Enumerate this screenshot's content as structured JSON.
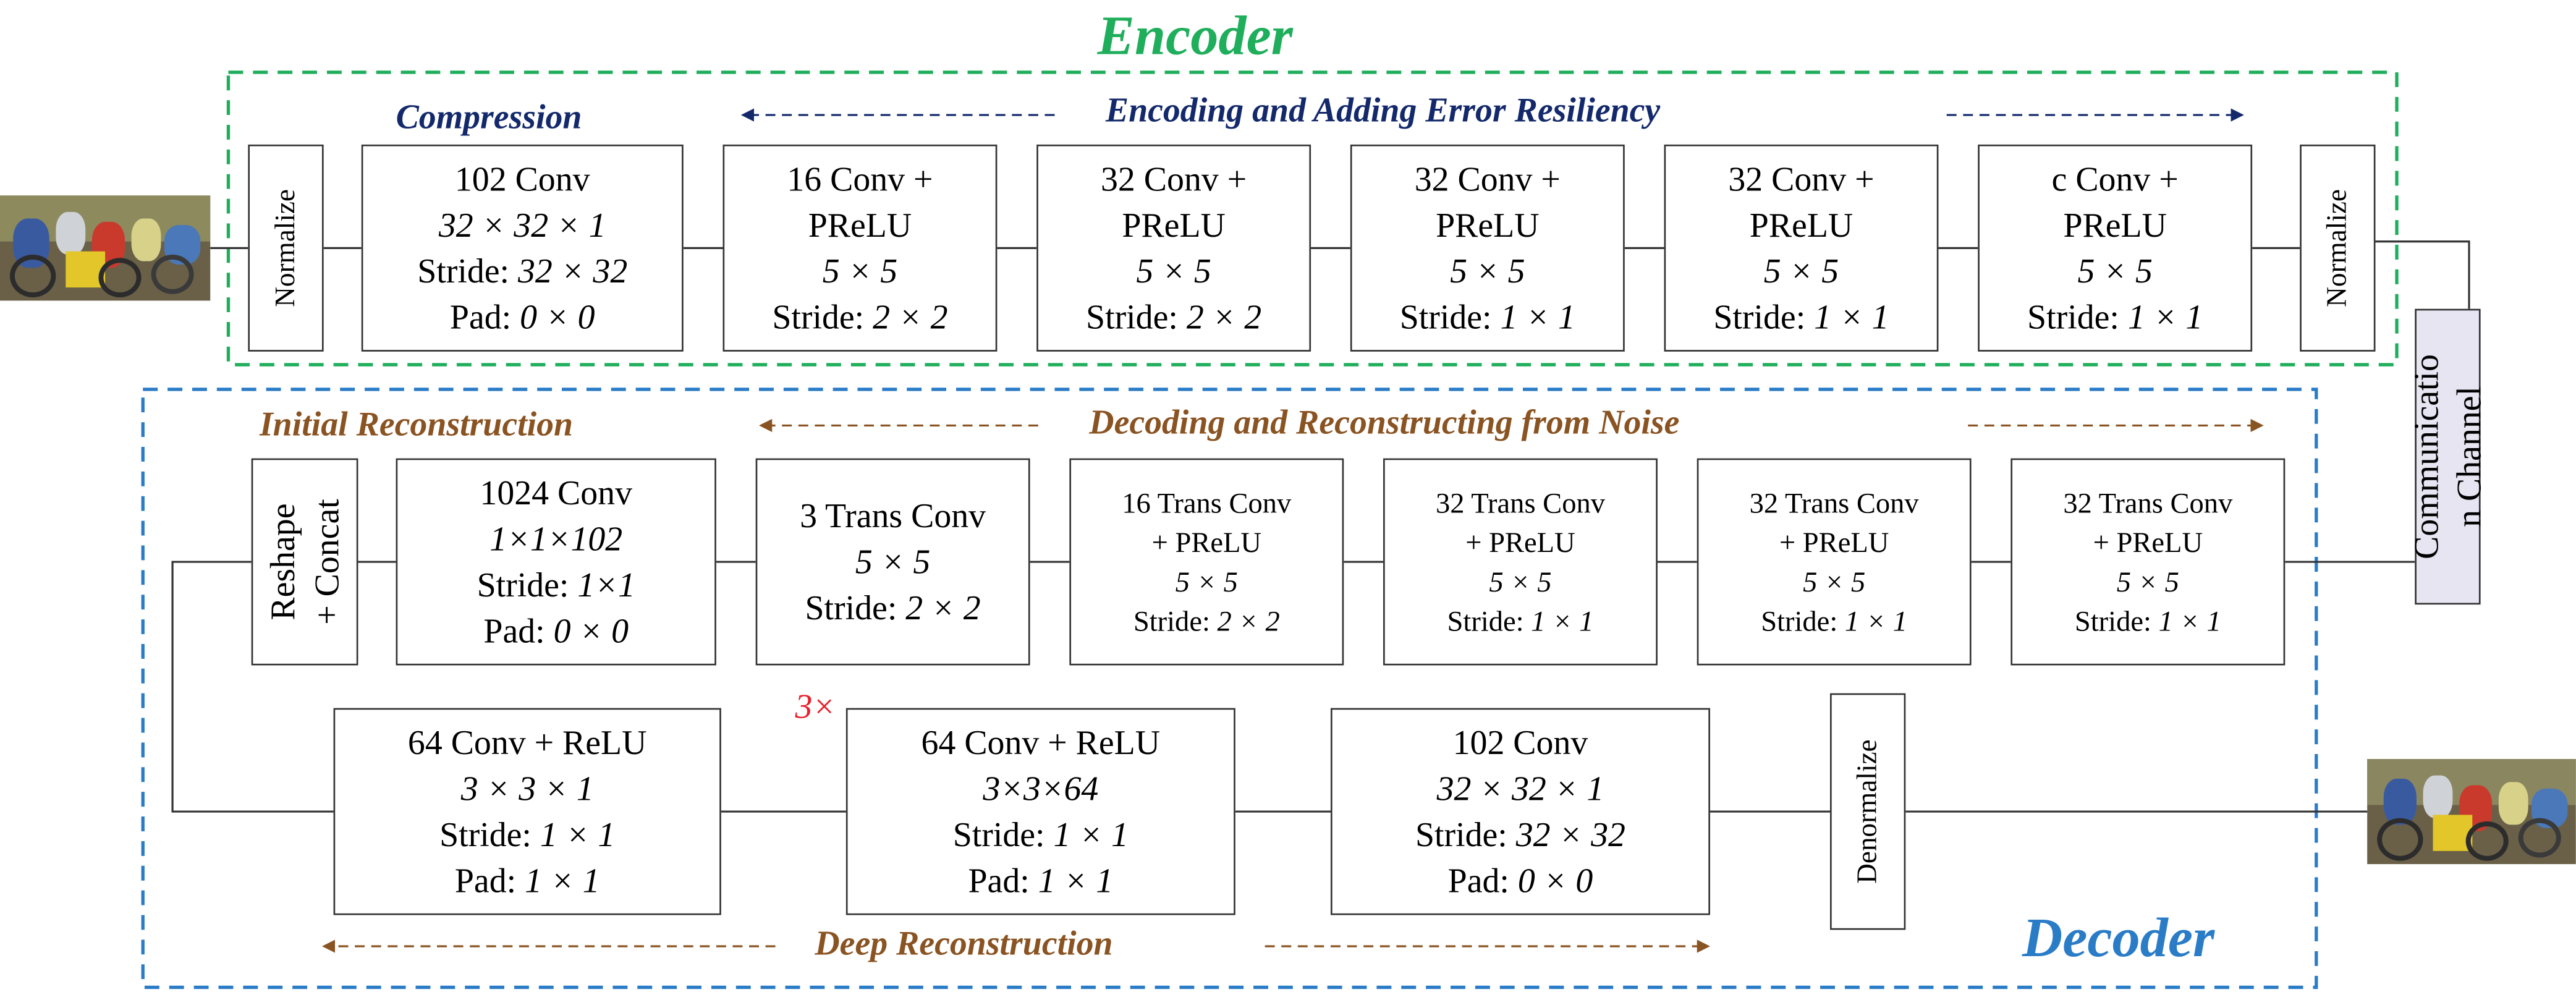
{
  "encoder": {
    "title": "Encoder",
    "compression_label": "Compression",
    "resiliency_label": "Encoding and Adding Error Resiliency",
    "normalize_in": "Normalize",
    "normalize_out": "Normalize",
    "blocks": [
      {
        "lines": [
          {
            "t": "102 Conv"
          },
          {
            "t": "32 × 32 × 1",
            "i": true
          },
          {
            "t": "Stride: ",
            "e": "32 × 32"
          },
          {
            "t": "Pad: ",
            "e": "0 × 0"
          }
        ]
      },
      {
        "lines": [
          {
            "t": "16 Conv +"
          },
          {
            "t": "PReLU"
          },
          {
            "t": "5 × 5",
            "i": true
          },
          {
            "t": "Stride: ",
            "e": "2 × 2"
          }
        ]
      },
      {
        "lines": [
          {
            "t": "32 Conv +"
          },
          {
            "t": "PReLU"
          },
          {
            "t": "5 × 5",
            "i": true
          },
          {
            "t": "Stride: ",
            "e": "2 × 2"
          }
        ]
      },
      {
        "lines": [
          {
            "t": "32 Conv +"
          },
          {
            "t": "PReLU"
          },
          {
            "t": "5 × 5",
            "i": true
          },
          {
            "t": "Stride: ",
            "e": "1 × 1"
          }
        ]
      },
      {
        "lines": [
          {
            "t": "32 Conv +"
          },
          {
            "t": "PReLU"
          },
          {
            "t": "5 × 5",
            "i": true
          },
          {
            "t": "Stride: ",
            "e": "1 × 1"
          }
        ]
      },
      {
        "lines": [
          {
            "t": "c Conv +"
          },
          {
            "t": "PReLU"
          },
          {
            "t": "5 × 5",
            "i": true
          },
          {
            "t": "Stride: ",
            "e": "1 × 1"
          }
        ]
      }
    ]
  },
  "channel": {
    "line1": "Communicatio",
    "line2": "n Channel"
  },
  "decoder": {
    "title": "Decoder",
    "initial_label": "Initial Reconstruction",
    "noise_label": "Decoding and Reconstructing from Noise",
    "deep_label": "Deep Reconstruction",
    "reshape_line1": "Reshape",
    "reshape_line2": "+ Concat",
    "denormalize": "Denormalize",
    "repeat_label": "3×",
    "row1": [
      {
        "lines": [
          {
            "t": "1024 Conv"
          },
          {
            "t": "1×1×102",
            "i": true
          },
          {
            "t": "Stride: ",
            "e": "1×1"
          },
          {
            "t": "Pad: ",
            "e": "0 × 0"
          }
        ]
      },
      {
        "lines": [
          {
            "t": "3 Trans Conv"
          },
          {
            "t": "5 × 5",
            "i": true
          },
          {
            "t": "Stride: ",
            "e": "2 × 2"
          }
        ]
      },
      {
        "lines": [
          {
            "t": "16 Trans Conv"
          },
          {
            "t": "+ PReLU"
          },
          {
            "t": "5 × 5",
            "i": true
          },
          {
            "t": "Stride: ",
            "e": "2 × 2"
          }
        ]
      },
      {
        "lines": [
          {
            "t": "32 Trans Conv"
          },
          {
            "t": "+ PReLU"
          },
          {
            "t": "5 × 5",
            "i": true
          },
          {
            "t": "Stride: ",
            "e": "1 × 1"
          }
        ]
      },
      {
        "lines": [
          {
            "t": "32 Trans Conv"
          },
          {
            "t": "+ PReLU"
          },
          {
            "t": "5 × 5",
            "i": true
          },
          {
            "t": "Stride: ",
            "e": "1 × 1"
          }
        ]
      },
      {
        "lines": [
          {
            "t": "32 Trans Conv"
          },
          {
            "t": "+ PReLU"
          },
          {
            "t": "5 × 5",
            "i": true
          },
          {
            "t": "Stride: ",
            "e": "1 × 1"
          }
        ]
      }
    ],
    "row2": [
      {
        "lines": [
          {
            "t": "64 Conv + ReLU"
          },
          {
            "t": "3 × 3 × 1",
            "i": true
          },
          {
            "t": "Stride: ",
            "e": "1 × 1"
          },
          {
            "t": "Pad: ",
            "e": "1 × 1"
          }
        ]
      },
      {
        "lines": [
          {
            "t": "64 Conv + ReLU"
          },
          {
            "t": "3×3×64",
            "i": true
          },
          {
            "t": "Stride: ",
            "e": "1 × 1"
          },
          {
            "t": "Pad: ",
            "e": "1 × 1"
          }
        ]
      },
      {
        "lines": [
          {
            "t": "102 Conv"
          },
          {
            "t": "32 × 32 × 1",
            "i": true
          },
          {
            "t": "Stride: ",
            "e": "32 × 32"
          },
          {
            "t": "Pad: ",
            "e": "0 × 0"
          }
        ]
      }
    ]
  },
  "colors": {
    "encoder_green": "#1fae5b",
    "encoder_navy": "#13296b",
    "decoder_blue": "#2a7cc7",
    "decoder_brown": "#8a5322",
    "channel_fill": "#e7e5f1",
    "repeat_red": "#e8202a"
  }
}
